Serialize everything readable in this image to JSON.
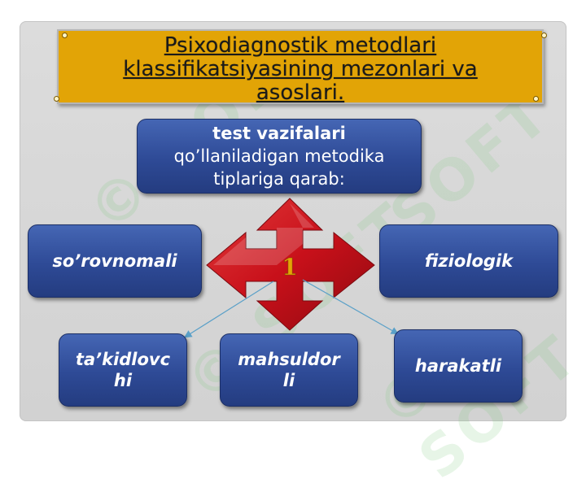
{
  "title": "Psixodiagnostik metodlari klassifikatsiyasining mezonlari va asoslari.",
  "title_lines": [
    "Psixodiagnostik metodlari",
    "klassifikatsiyasining mezonlari va",
    "asoslari."
  ],
  "watermark": "© SOFT",
  "center_box": {
    "line1": "test vazifalari",
    "line2": "qo’llaniladigan metodika",
    "line3": "tiplariga qarab:"
  },
  "center_number": "1",
  "boxes": {
    "left": "so’rovnomali",
    "right": "fiziologik",
    "bottom_left": [
      "ta’kidlovc",
      "hi"
    ],
    "bottom_middle": [
      "mahsuldor",
      "li"
    ],
    "bottom_right": "harakatli"
  },
  "colors": {
    "banner": "#e2a406",
    "box": "#2e4a96",
    "arrow": "#c8101a",
    "number": "#e2a406",
    "connector": "#5aa0c8"
  }
}
